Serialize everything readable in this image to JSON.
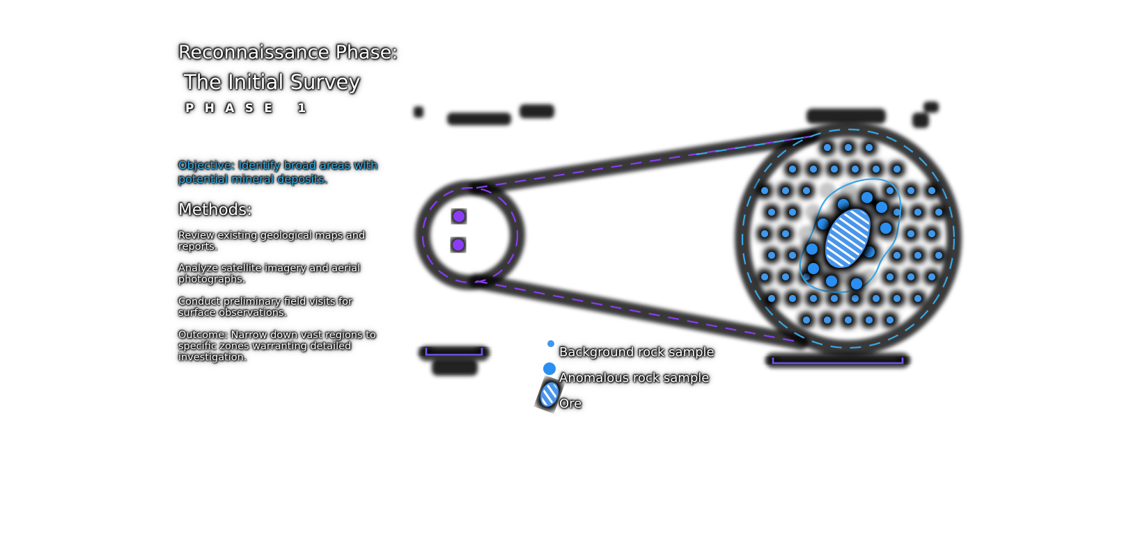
{
  "header": {
    "title_line1": "Reconnaissance Phase:",
    "title_line2": "The Initial Survey",
    "phase": "PHASE 1"
  },
  "objective": "Objective: Identify broad areas with potential mineral deposits.",
  "methods": {
    "heading": "Methods:",
    "items": [
      "Review existing geological maps and reports.",
      "Analyze satellite imagery and aerial photographs.",
      "Conduct preliminary field visits for surface observations."
    ]
  },
  "outcome": "Outcome: Narrow down vast regions to specific zones warranting detailed investigation.",
  "legend": {
    "background": "Background rock sample",
    "anomalous": "Anomalous rock sample",
    "ore": "Ore"
  },
  "colors": {
    "background_sample": "#3f98ec",
    "anomalous_sample": "#2b8ff0",
    "regional_boundary": "#8b3cf5",
    "detail_boundary": "#3aa7e6",
    "ore_fill": "#4a95ea",
    "scale_bar": "#6a55e6",
    "objective_text": "#2bb1ee"
  }
}
